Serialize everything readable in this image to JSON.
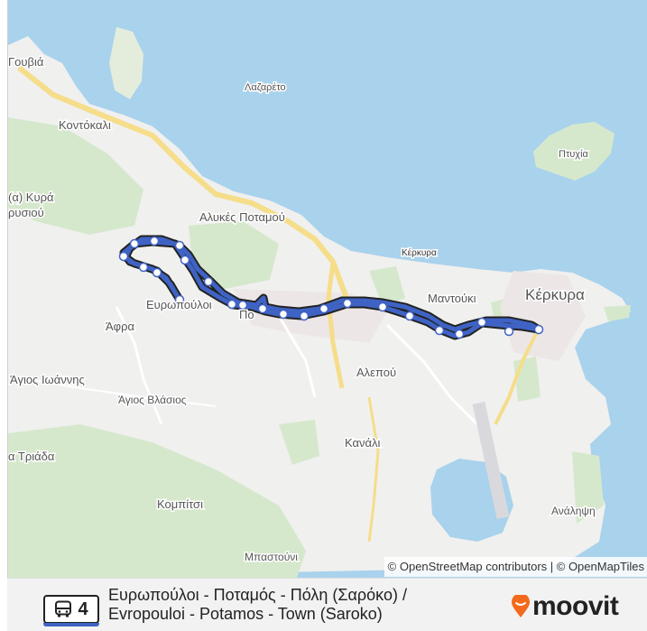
{
  "route": {
    "number": "4",
    "name_greek": "Ευρωπούλοι - Ποταμός - Πόλη (Σαρόκο) /",
    "name_latin": "Evropouloi - Potamos - Town (Saroko)",
    "line_color": "#3f63c4"
  },
  "brand": {
    "name": "moovit",
    "color": "#f26b1d"
  },
  "attribution": "© OpenStreetMap contributors | © OpenMapTiles",
  "colors": {
    "sea": "#a9d2ec",
    "land": "#f0f0ef",
    "green": "#d6e8cc",
    "road": "#f5dd8a",
    "route": "#3f63c4"
  },
  "places": {
    "gouvia": "Γουβιά",
    "lazareto": "Λαζαρέτο",
    "kontokali": "Κοντόκαλι",
    "ptychia": "Πτυχία",
    "kyra": "(α) Κυρά",
    "rousiou": "ρυσιού",
    "alykes": "Αλυκές Ποταμού",
    "kerkyra_small": "Κέρκυρα",
    "kerkyra": "Κέρκυρα",
    "mantouki": "Μαντούκι",
    "evropouloi": "Ευρωπούλοι",
    "potamos_fragment": "Πο",
    "afra": "Άφρα",
    "alepou": "Αλεπού",
    "agios_ioannis": "Άγιος Ιωάννης",
    "agios_vlasios": "Άγιος Βλάσιος",
    "kanali": "Κανάλι",
    "triada": "α Τριάδα",
    "komvitsi": "Κομπίτσι",
    "analipsi": "Ανάληψη",
    "mpastouni": "Μπαστούνι"
  }
}
